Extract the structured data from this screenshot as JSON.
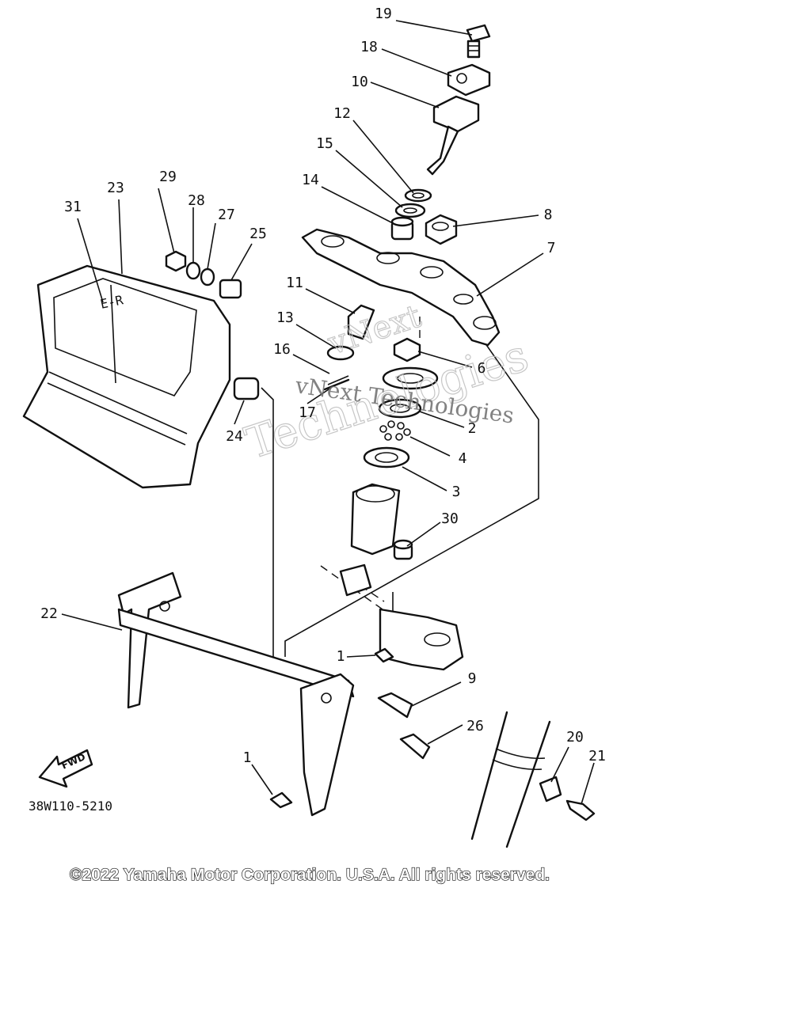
{
  "watermark": {
    "small": "vNext Technologies",
    "large_1": "vNext",
    "large_2": "Technologies"
  },
  "diagram_code": "38W110-5210",
  "fwd_label": "FWD",
  "copyright": "©2022 Yamaha Motor Corporation. U.S.A. All rights reserved.",
  "callouts": {
    "c1a": "1",
    "c1b": "1",
    "c2": "2",
    "c3": "3",
    "c4": "4",
    "c6": "6",
    "c7": "7",
    "c8": "8",
    "c9": "9",
    "c10": "10",
    "c11": "11",
    "c12": "12",
    "c13": "13",
    "c14": "14",
    "c15": "15",
    "c16": "16",
    "c17": "17",
    "c18": "18",
    "c19": "19",
    "c20": "20",
    "c21": "21",
    "c22": "22",
    "c23": "23",
    "c24": "24",
    "c25": "25",
    "c26": "26",
    "c27": "27",
    "c28": "28",
    "c29": "29",
    "c30": "30",
    "c31": "31"
  }
}
